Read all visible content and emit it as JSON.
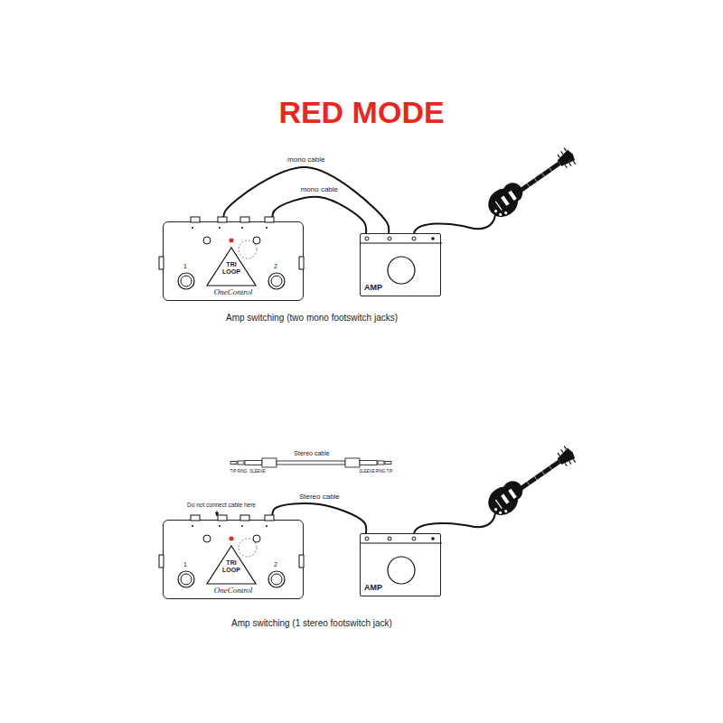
{
  "diagram": {
    "title": "RED MODE",
    "nodes": [
      {
        "text": [
          "TRI LOOP",
          "OneControl"
        ]
      },
      {
        "text": [
          "AMP"
        ]
      },
      {
        "text": [
          "TRI LOOP",
          "OneControl"
        ]
      },
      {
        "text": [
          "AMP"
        ]
      }
    ],
    "edges": [
      {
        "from": 0,
        "to": 1,
        "arrow": "none",
        "label": "mono cable"
      },
      {
        "from": 0,
        "to": 1,
        "arrow": "none",
        "label": "mono cable"
      },
      {
        "from": 2,
        "to": 3,
        "arrow": "none",
        "label": "Stereo cable"
      }
    ],
    "labels": [
      "Amp switching (two mono footswitch jacks)",
      "Stereo cable",
      "TIP",
      "RING",
      "SLEEVE",
      "SLEEVE",
      "RING",
      "TIP",
      "Do not connect cable here",
      "Amp switching (1 stereo footswitch jack)",
      "1",
      "2",
      "1",
      "2"
    ]
  }
}
